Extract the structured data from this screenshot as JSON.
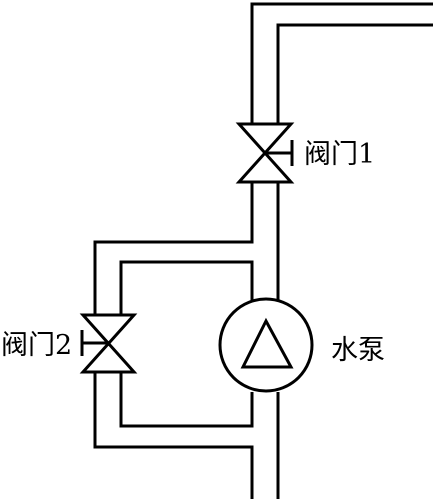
{
  "labels": {
    "valve1": "阀门1",
    "valve2": "阀门2",
    "pump": "水泵"
  },
  "colors": {
    "stroke": "#000000",
    "background": "#ffffff"
  }
}
